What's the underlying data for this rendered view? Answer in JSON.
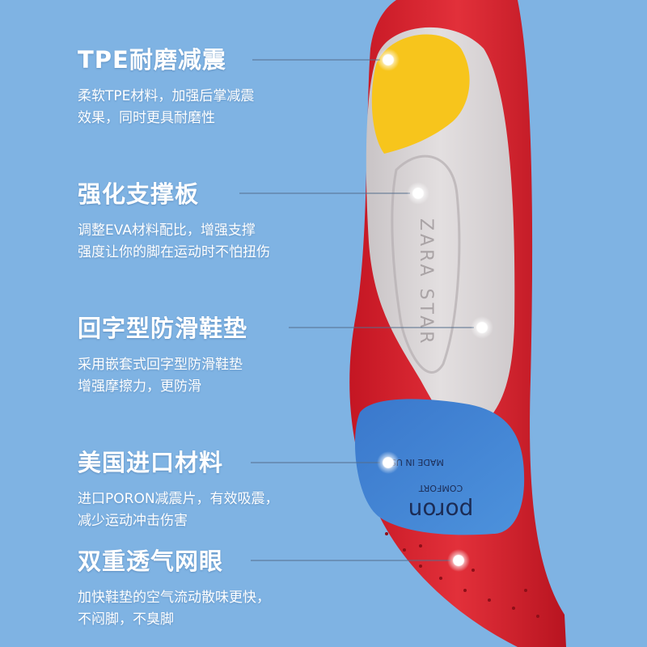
{
  "features": [
    {
      "title": "TPE耐磨减震",
      "desc_line1": "柔软TPE材料，加强后掌减震",
      "desc_line2": "效果，同时更具耐磨性"
    },
    {
      "title": "强化支撑板",
      "desc_line1": "调整EVA材料配比，增强支撑",
      "desc_line2": "强度让你的脚在运动时不怕扭伤"
    },
    {
      "title": "回字型防滑鞋垫",
      "desc_line1": "采用嵌套式回字型防滑鞋垫",
      "desc_line2": "增强摩擦力，更防滑"
    },
    {
      "title": "美国进口材料",
      "desc_line1": "进口PORON减震片，有效吸震，",
      "desc_line2": "减少运动冲击伤害"
    },
    {
      "title": "双重透气网眼",
      "desc_line1": "加快鞋垫的空气流动散味更快，",
      "desc_line2": "不闷脚，不臭脚"
    }
  ],
  "insole": {
    "brand_text": "ZARA STAR",
    "pad_text_1": "MADE IN USA",
    "pad_text_2": "COMFORT",
    "pad_logo": "poron",
    "colors": {
      "background": "#7fb3e3",
      "shell_red": "#d8202c",
      "top_grey": "#d9d5d6",
      "heel_pad_yellow": "#f7c51c",
      "forefoot_pad_blue": "#3e7fd0"
    }
  }
}
